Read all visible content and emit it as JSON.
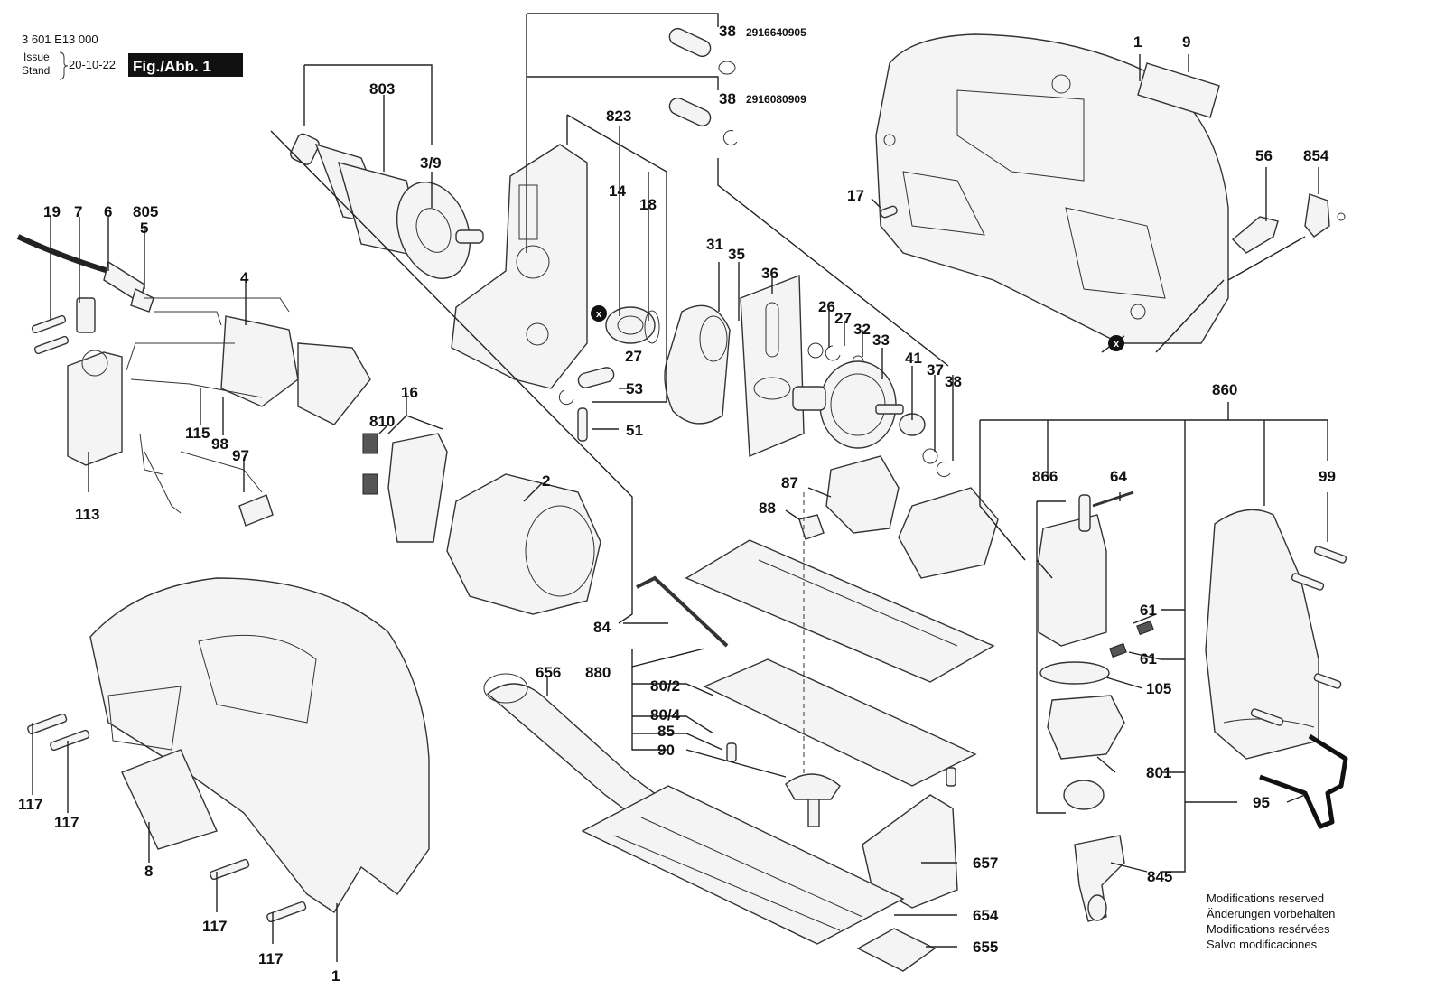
{
  "header": {
    "doc_number": "3 601 E13 000",
    "issue_label": "Issue",
    "stand_label": "Stand",
    "date": "20-10-22",
    "figure_label": "Fig./Abb. 1"
  },
  "callouts": {
    "c1_top": "1",
    "c9": "9",
    "c56": "56",
    "c854": "854",
    "c17": "17",
    "c38a": "38",
    "c38a_pn": "2916640905",
    "c38b": "38",
    "c38b_pn": "2916080909",
    "c803": "803",
    "c3_9": "3/9",
    "c823": "823",
    "c14": "14",
    "c18": "18",
    "c27a": "27",
    "c53": "53",
    "c51": "51",
    "c19": "19",
    "c7": "7",
    "c6": "6",
    "c805": "805",
    "c5": "5",
    "c4": "4",
    "c115": "115",
    "c98": "98",
    "c97": "97",
    "c113": "113",
    "c16": "16",
    "c810": "810",
    "c2": "2",
    "c84": "84",
    "c31": "31",
    "c35": "35",
    "c36": "36",
    "c26": "26",
    "c27b": "27",
    "c32": "32",
    "c33": "33",
    "c41": "41",
    "c37": "37",
    "c38c": "38",
    "c87": "87",
    "c88": "88",
    "c860": "860",
    "c866": "866",
    "c64": "64",
    "c99": "99",
    "c61a": "61",
    "c61b": "61",
    "c105": "105",
    "c801": "801",
    "c95": "95",
    "c845": "845",
    "c656": "656",
    "c880": "880",
    "c80_2": "80/2",
    "c80_4": "80/4",
    "c85": "85",
    "c90": "90",
    "c657": "657",
    "c654": "654",
    "c655": "655",
    "c117a": "117",
    "c117b": "117",
    "c117c": "117",
    "c117d": "117",
    "c8": "8",
    "c1_bottom": "1",
    "x_marker_a": "x",
    "x_marker_b": "x"
  },
  "notes": {
    "line1": "Modifications reserved",
    "line2": "Änderungen vorbehalten",
    "line3": "Modifications resérvées",
    "line4": "Salvo modificaciones"
  }
}
